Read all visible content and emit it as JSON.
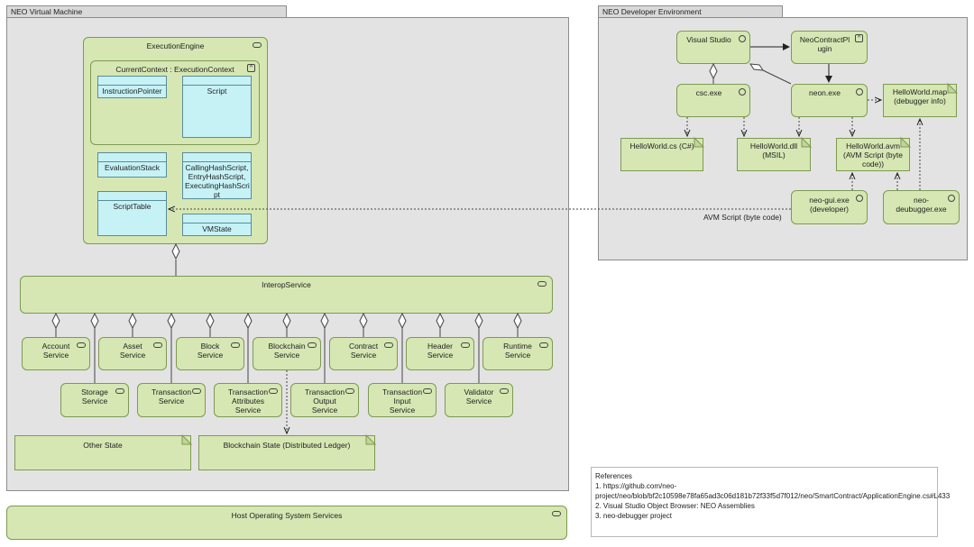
{
  "groups": {
    "vm": "NEO Virtual Machine",
    "dev": "NEO Developer Environment"
  },
  "vm": {
    "execution_engine": "ExecutionEngine",
    "current_context": "CurrentContext : ExecutionContext",
    "instruction_pointer": "InstructionPointer",
    "script": "Script",
    "evaluation_stack": "EvaluationStack",
    "calling_hash": "CallingHashScript, EntryHashScript, ExecutingHashScri pt",
    "script_table": "ScriptTable",
    "vm_state": "VMState",
    "interop_service": "InteropService",
    "services_row1": [
      "Account Service",
      "Asset Service",
      "Block Service",
      "Blockchain Service",
      "Contract Service",
      "Header Service",
      "Runtime Service"
    ],
    "services_row2": [
      "Storage Service",
      "Transaction Service",
      "Transaction Attributes Service",
      "Transaction Output Service",
      "Transaction Input Service",
      "Validator Service"
    ],
    "other_state": "Other State",
    "blockchain_state": "Blockchain State (Distributed Ledger)"
  },
  "host": "Host Operating System Services",
  "dev": {
    "visual_studio": "Visual Studio",
    "neo_plugin": "NeoContractPl ugin",
    "csc": "csc.exe",
    "neon": "neon.exe",
    "hello_map": "HelloWorld.map (debugger info)",
    "hello_cs": "HelloWorld.cs (C#)",
    "hello_dll": "HelloWorld.dll (MSIL)",
    "hello_avm": "HelloWorld.avm (AVM Script (byte code))",
    "neo_gui": "neo-gui.exe (developer)",
    "neo_debugger": "neo- deubugger.exe",
    "avm_label": "AVM Script (byte code)"
  },
  "references": {
    "title": "References",
    "items": [
      "1. https://github.com/neo-project/neo/blob/bf2c10598e78fa65ad3c06d181b72f33f5d7f012/neo/SmartContract/ApplicationEngine.cs#L433",
      "2. Visual Studio Object Browser: NEO Assemblies",
      "3. neo-debugger project"
    ]
  }
}
